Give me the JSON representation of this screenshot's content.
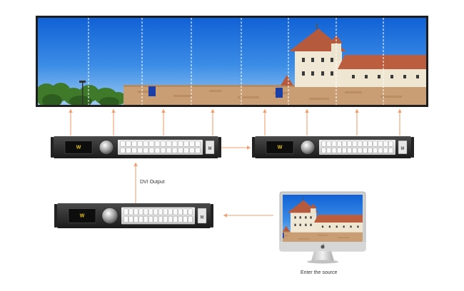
{
  "labels": {
    "dvi_output": "DVI Output",
    "enter_source": "Enter the source"
  },
  "colors": {
    "arrow": "#f0a070",
    "sky_top": "#1565d8",
    "sky_bottom": "#8ec3f0",
    "device_body": "#2a2a2a",
    "device_panel": "#d9d9d9",
    "device_screen": "#111111",
    "device_screen_logo": "#e8c21a",
    "wall_color": "#c79b72",
    "roof_color": "#b55a3c",
    "building_color": "#f1ead8",
    "banner_color": "#1b3fa8",
    "monitor_frame": "#c9c9c9"
  },
  "video_wall": {
    "panel_count": 8
  },
  "devices": [
    {
      "id": "processor-top-left",
      "knob": true
    },
    {
      "id": "processor-top-right",
      "knob": true
    },
    {
      "id": "processor-bottom",
      "knob": true
    }
  ],
  "source": {
    "type": "desktop-monitor",
    "icon": "apple-logo-icon"
  }
}
